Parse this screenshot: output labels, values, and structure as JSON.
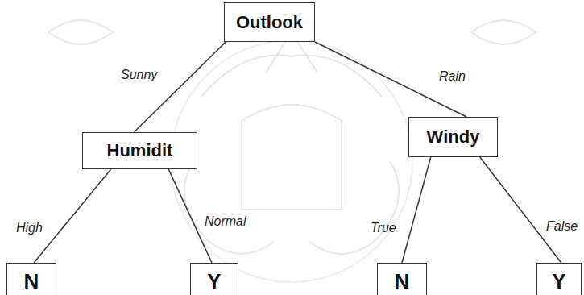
{
  "diagram": {
    "nodes": [
      {
        "text": [
          "Outlook"
        ]
      },
      {
        "text": [
          "Humidit"
        ]
      },
      {
        "text": [
          "Windy"
        ]
      },
      {
        "text": [
          "N"
        ]
      },
      {
        "text": [
          "Y"
        ]
      },
      {
        "text": [
          "N"
        ]
      },
      {
        "text": [
          "Y"
        ]
      }
    ],
    "edges": [
      {
        "from": 0,
        "to": 1,
        "label": "Sunny",
        "arrow": "none"
      },
      {
        "from": 0,
        "to": 2,
        "label": "Rain",
        "arrow": "none"
      },
      {
        "from": 1,
        "to": 3,
        "label": "High",
        "arrow": "none"
      },
      {
        "from": 1,
        "to": 4,
        "label": "Normal",
        "arrow": "none"
      },
      {
        "from": 2,
        "to": 5,
        "label": "True",
        "arrow": "none"
      },
      {
        "from": 2,
        "to": 6,
        "label": "False",
        "arrow": "none"
      }
    ]
  }
}
